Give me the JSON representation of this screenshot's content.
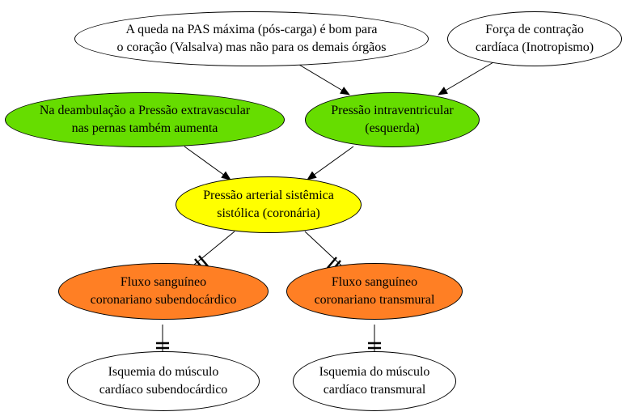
{
  "colors": {
    "white_node": "#ffffff",
    "green_node": "#66dd00",
    "yellow_node": "#ffff00",
    "orange_node": "#ff7f24",
    "edge": "#000000"
  },
  "nodes": {
    "pas": {
      "line1": "A queda na PAS máxima (pós-carga) é bom para",
      "line2": "o coração (Valsalva) mas não para os demais órgãos"
    },
    "forca": {
      "line1": "Força de contração",
      "line2": "cardíaca (Inotropismo)"
    },
    "deamb": {
      "line1": "Na deambulação a Pressão extravascular",
      "line2": "nas pernas também aumenta"
    },
    "intra": {
      "line1": "Pressão intraventricular",
      "line2": "(esquerda)"
    },
    "sist": {
      "line1": "Pressão arterial sistêmica",
      "line2": "sistólica (coronária)"
    },
    "fsub": {
      "line1": "Fluxo sanguíneo",
      "line2": "coronariano subendocárdico"
    },
    "ftrans": {
      "line1": "Fluxo sanguíneo",
      "line2": "coronariano transmural"
    },
    "isub": {
      "line1": "Isquemia do músculo",
      "line2": "cardíaco subendocárdico"
    },
    "itrans": {
      "line1": "Isquemia do músculo",
      "line2": "cardíaco transmural"
    }
  }
}
